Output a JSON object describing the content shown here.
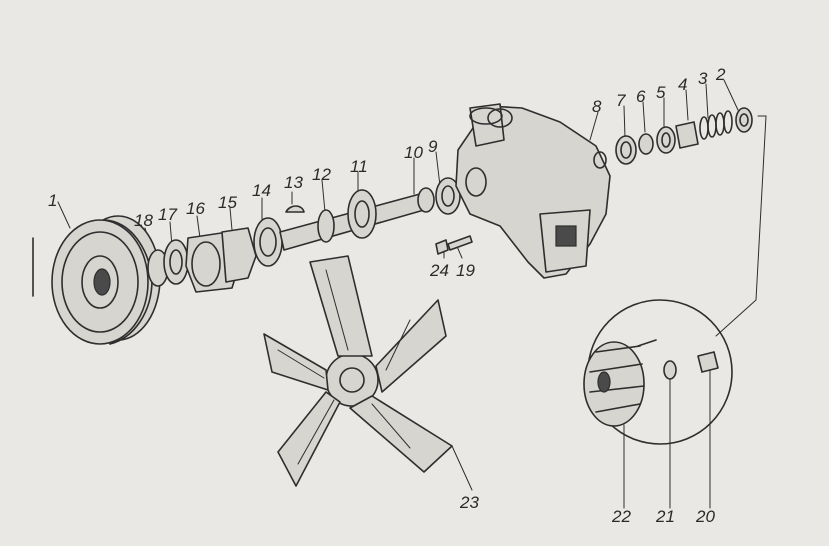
{
  "labels": [
    {
      "key": "p1",
      "text": "1"
    },
    {
      "key": "p2",
      "text": "2"
    },
    {
      "key": "p3",
      "text": "3"
    },
    {
      "key": "p4",
      "text": "4"
    },
    {
      "key": "p5",
      "text": "5"
    },
    {
      "key": "p6",
      "text": "6"
    },
    {
      "key": "p7",
      "text": "7"
    },
    {
      "key": "p8",
      "text": "8"
    },
    {
      "key": "p9",
      "text": "9"
    },
    {
      "key": "p10",
      "text": "10"
    },
    {
      "key": "p11",
      "text": "11"
    },
    {
      "key": "p12",
      "text": "12"
    },
    {
      "key": "p13",
      "text": "13"
    },
    {
      "key": "p14",
      "text": "14"
    },
    {
      "key": "p15",
      "text": "15"
    },
    {
      "key": "p16",
      "text": "16"
    },
    {
      "key": "p17",
      "text": "17"
    },
    {
      "key": "p18",
      "text": "18"
    },
    {
      "key": "p19",
      "text": "19"
    },
    {
      "key": "p20",
      "text": "20"
    },
    {
      "key": "p21",
      "text": "21"
    },
    {
      "key": "p22",
      "text": "22"
    },
    {
      "key": "p23",
      "text": "23"
    },
    {
      "key": "p24",
      "text": "24"
    }
  ],
  "colors": {
    "paper": "#e9e8e4",
    "ink": "#2e2e2e"
  }
}
